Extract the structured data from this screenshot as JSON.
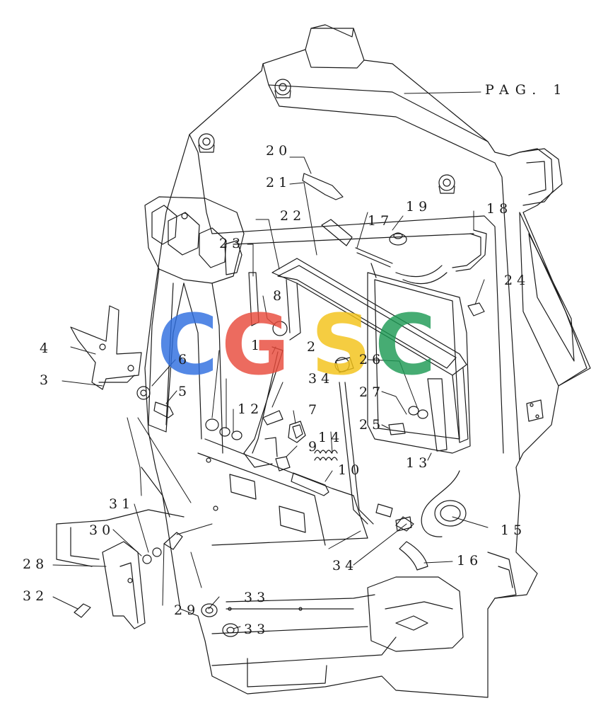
{
  "page_reference": "PAG. 1",
  "callouts": [
    "20",
    "21",
    "22",
    "23",
    "8",
    "4",
    "3",
    "6",
    "5",
    "1",
    "2",
    "34",
    "7",
    "26",
    "27",
    "25",
    "17",
    "19",
    "18",
    "24",
    "14",
    "9",
    "10",
    "12",
    "13",
    "15",
    "16",
    "31",
    "30",
    "28",
    "32",
    "29",
    "33",
    "33",
    "34"
  ],
  "watermark": {
    "letters": [
      "C",
      "G",
      "S",
      "C"
    ],
    "colors": [
      "#2f6fe0",
      "#e94b3c",
      "#f3c318",
      "#1e9b55"
    ],
    "opacity": 0.82
  },
  "colors": {
    "line": "#1a1a1a",
    "background": "#ffffff"
  }
}
